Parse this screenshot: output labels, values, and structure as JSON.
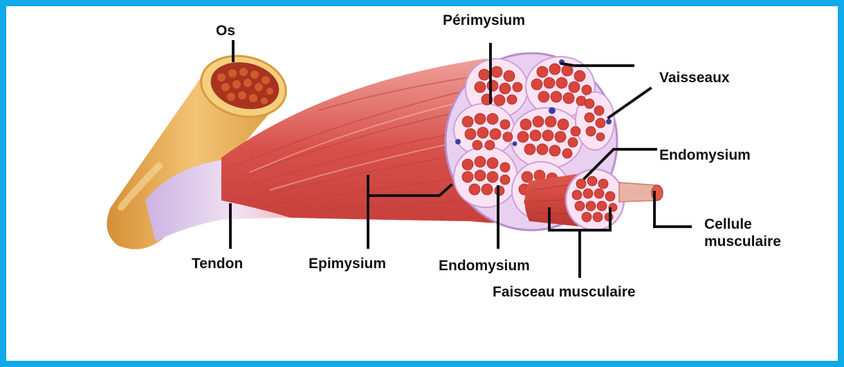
{
  "diagram": {
    "colors": {
      "frame": "#10a9ea",
      "bone": "#e9b35a",
      "marrow": "#b33a24",
      "muscle": "#d9534f",
      "tendon": "#dcc3e8",
      "fascicle_sheath": "#f4d6ee",
      "vessel": "#3a3fa8",
      "leader_line": "#111111"
    },
    "labels": {
      "os": "Os",
      "perimysium": "Périmysium",
      "vaisseaux": "Vaisseaux",
      "endomysium_right": "Endomysium",
      "cellule_line1": "Cellule",
      "cellule_line2": "musculaire",
      "tendon": "Tendon",
      "epimysium": "Epimysium",
      "endomysium_bottom": "Endomysium",
      "faisceau": "Faisceau musculaire"
    }
  }
}
